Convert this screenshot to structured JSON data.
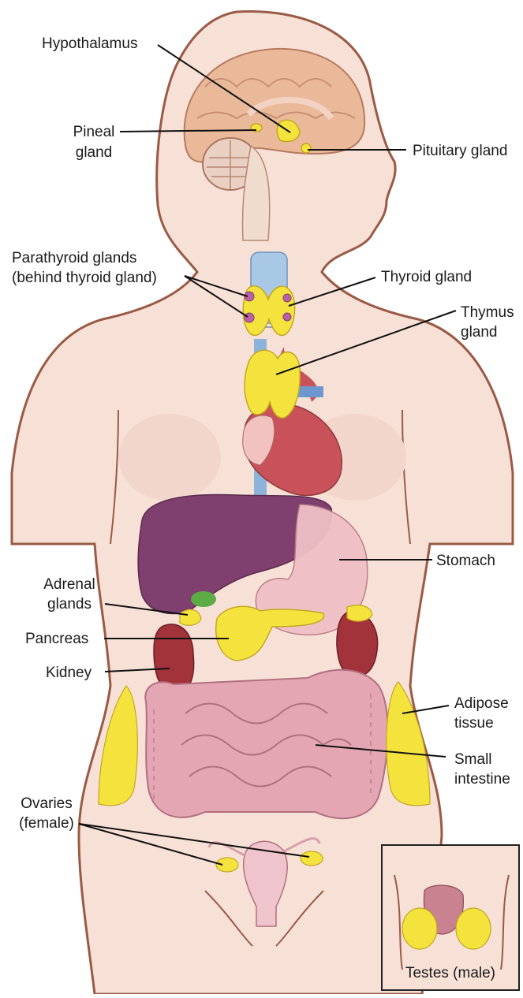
{
  "labels": {
    "hypothalamus": "Hypothalamus",
    "pineal_line1": "Pineal",
    "pineal_line2": "gland",
    "pituitary": "Pituitary gland",
    "parathyroid_line1": "Parathyroid glands",
    "parathyroid_line2": "(behind thyroid gland)",
    "thyroid": "Thyroid gland",
    "thymus_line1": "Thymus",
    "thymus_line2": "gland",
    "stomach": "Stomach",
    "adrenal_line1": "Adrenal",
    "adrenal_line2": "glands",
    "pancreas": "Pancreas",
    "kidney": "Kidney",
    "adipose_line1": "Adipose",
    "adipose_line2": "tissue",
    "small_int_line1": "Small",
    "small_int_line2": "intestine",
    "ovaries_line1": "Ovaries",
    "ovaries_line2": "(female)",
    "testes": "Testes (male)"
  },
  "colors": {
    "skin": "#f7e1d7",
    "skin_outline": "#9a5a45",
    "brain": "#e9b99a",
    "gland_yellow": "#f5e33d",
    "liver": "#7f3f6f",
    "heart": "#c9525a",
    "kidney": "#a3333a",
    "intestine": "#e4a6b2",
    "stomach": "#efc0c6",
    "vessel_blue": "#8cb3d9"
  }
}
